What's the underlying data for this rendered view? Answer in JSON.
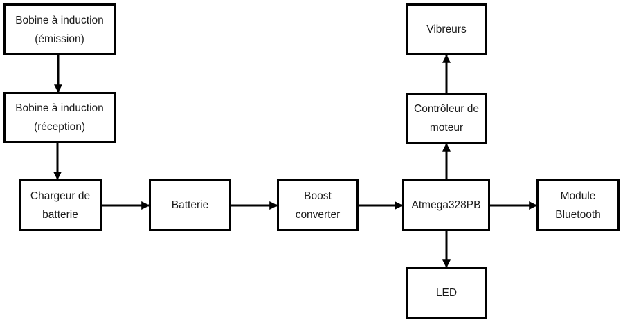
{
  "diagram": {
    "type": "block-diagram",
    "colors": {
      "stroke": "#000000",
      "fill": "#ffffff",
      "text": "#1a1a1a"
    },
    "blocks": [
      {
        "id": "bobine-emission",
        "label": "Bobine à induction (émission)"
      },
      {
        "id": "bobine-reception",
        "label": "Bobine à induction (réception)"
      },
      {
        "id": "chargeur",
        "label": "Chargeur de batterie"
      },
      {
        "id": "batterie",
        "label": "Batterie"
      },
      {
        "id": "boost",
        "label": "Boost converter"
      },
      {
        "id": "atmega",
        "label": "Atmega328PB"
      },
      {
        "id": "controleur",
        "label": "Contrôleur de moteur"
      },
      {
        "id": "vibreurs",
        "label": "Vibreurs"
      },
      {
        "id": "bluetooth",
        "label": "Module Bluetooth"
      },
      {
        "id": "led",
        "label": "LED"
      }
    ],
    "connections": [
      {
        "from": "bobine-emission",
        "to": "bobine-reception"
      },
      {
        "from": "bobine-reception",
        "to": "chargeur"
      },
      {
        "from": "chargeur",
        "to": "batterie"
      },
      {
        "from": "batterie",
        "to": "boost"
      },
      {
        "from": "boost",
        "to": "atmega"
      },
      {
        "from": "atmega",
        "to": "controleur"
      },
      {
        "from": "controleur",
        "to": "vibreurs"
      },
      {
        "from": "atmega",
        "to": "bluetooth"
      },
      {
        "from": "atmega",
        "to": "led"
      }
    ]
  }
}
